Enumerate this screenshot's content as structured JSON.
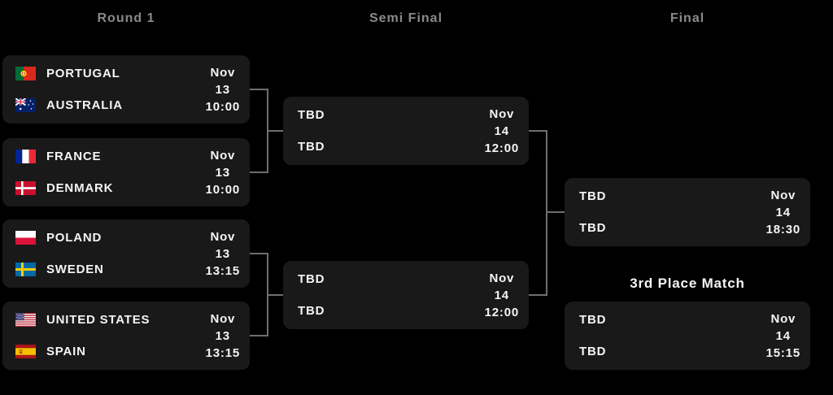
{
  "headers": {
    "round1": "Round 1",
    "semifinal": "Semi Final",
    "final": "Final"
  },
  "third_place_label": "3rd Place Match",
  "matches": {
    "r1m1": {
      "teams": [
        {
          "name": "PORTUGAL",
          "flag": "portugal-flag-icon"
        },
        {
          "name": "AUSTRALIA",
          "flag": "australia-flag-icon"
        }
      ],
      "schedule": {
        "month": "Nov",
        "day": "13",
        "time": "10:00"
      }
    },
    "r1m2": {
      "teams": [
        {
          "name": "FRANCE",
          "flag": "france-flag-icon"
        },
        {
          "name": "DENMARK",
          "flag": "denmark-flag-icon"
        }
      ],
      "schedule": {
        "month": "Nov",
        "day": "13",
        "time": "10:00"
      }
    },
    "r1m3": {
      "teams": [
        {
          "name": "POLAND",
          "flag": "poland-flag-icon"
        },
        {
          "name": "SWEDEN",
          "flag": "sweden-flag-icon"
        }
      ],
      "schedule": {
        "month": "Nov",
        "day": "13",
        "time": "13:15"
      }
    },
    "r1m4": {
      "teams": [
        {
          "name": "UNITED STATES",
          "flag": "usa-flag-icon"
        },
        {
          "name": "SPAIN",
          "flag": "spain-flag-icon"
        }
      ],
      "schedule": {
        "month": "Nov",
        "day": "13",
        "time": "13:15"
      }
    },
    "sf1": {
      "teams": [
        {
          "name": "TBD"
        },
        {
          "name": "TBD"
        }
      ],
      "schedule": {
        "month": "Nov",
        "day": "14",
        "time": "12:00"
      }
    },
    "sf2": {
      "teams": [
        {
          "name": "TBD"
        },
        {
          "name": "TBD"
        }
      ],
      "schedule": {
        "month": "Nov",
        "day": "14",
        "time": "12:00"
      }
    },
    "final": {
      "teams": [
        {
          "name": "TBD"
        },
        {
          "name": "TBD"
        }
      ],
      "schedule": {
        "month": "Nov",
        "day": "14",
        "time": "18:30"
      }
    },
    "third": {
      "teams": [
        {
          "name": "TBD"
        },
        {
          "name": "TBD"
        }
      ],
      "schedule": {
        "month": "Nov",
        "day": "14",
        "time": "15:15"
      }
    }
  },
  "colors": {
    "background": "#000000",
    "card_background": "#191919",
    "connector_line": "#6e6e6e",
    "header_text": "#8a8a8a",
    "team_text": "#f5f5f5"
  }
}
